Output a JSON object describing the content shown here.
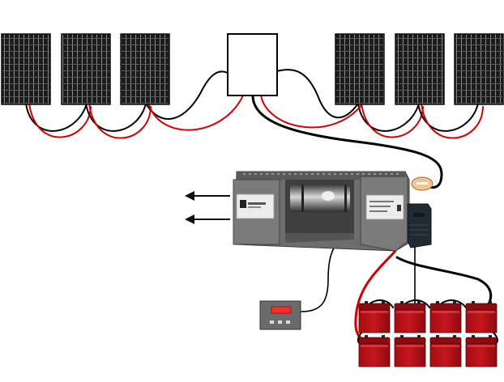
{
  "diagram": {
    "panels_left_count": 3,
    "panels_right_count": 3,
    "battery_count": 8,
    "colors": {
      "positive_wire": "#d40000",
      "negative_wire": "#000000",
      "panel_cell": "#1a1a1a",
      "battery_body": "#b80f16",
      "battery_top": "#8f0a10",
      "inverter_body": "#6f6f6f",
      "inverter_dark": "#4a4a4a",
      "module_face": "#ececec",
      "charge_controller": "#1f2a33",
      "remote_display": "#ff2b2b"
    },
    "icons": {
      "output_arrows": "arrow-left-icon",
      "breaker": "fuse-icon"
    }
  }
}
